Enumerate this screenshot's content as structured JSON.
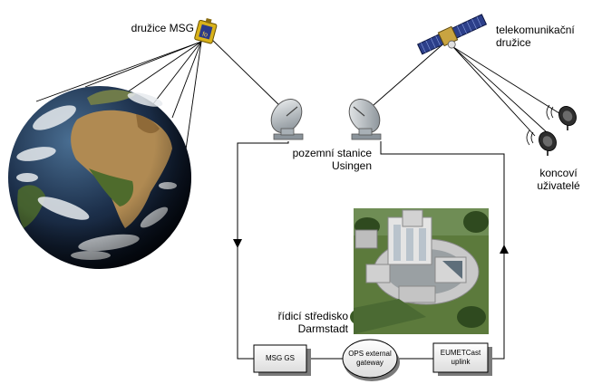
{
  "labels": {
    "msg_satellite": "družice MSG",
    "telecom_satellite_line1": "telekomunikační",
    "telecom_satellite_line2": "družice",
    "ground_station_line1": "pozemní stanice",
    "ground_station_line2": "Usingen",
    "end_users_line1": "koncoví",
    "end_users_line2": "uživatelé",
    "control_center_line1": "řídicí středisko",
    "control_center_line2": "Darmstadt"
  },
  "nodes": {
    "msg_gs": "MSG GS",
    "ops_gateway_line1": "OPS external",
    "ops_gateway_line2": "gateway",
    "eumetcast_line1": "EUMETCast",
    "eumetcast_line2": "uplink"
  },
  "colors": {
    "earth_ocean": "#1c2f4a",
    "earth_land": "#b08a52",
    "earth_green": "#4e6b2c",
    "cloud": "#e8ecef",
    "msg_sat": "#d9b21a",
    "telecom_sat": "#2c3f8a",
    "dish": "#9aa4ac",
    "line": "#000000"
  },
  "icons": [
    "earth-globe",
    "msg-satellite-icon",
    "telecom-satellite-icon",
    "satellite-dish-icon",
    "building-photo"
  ]
}
